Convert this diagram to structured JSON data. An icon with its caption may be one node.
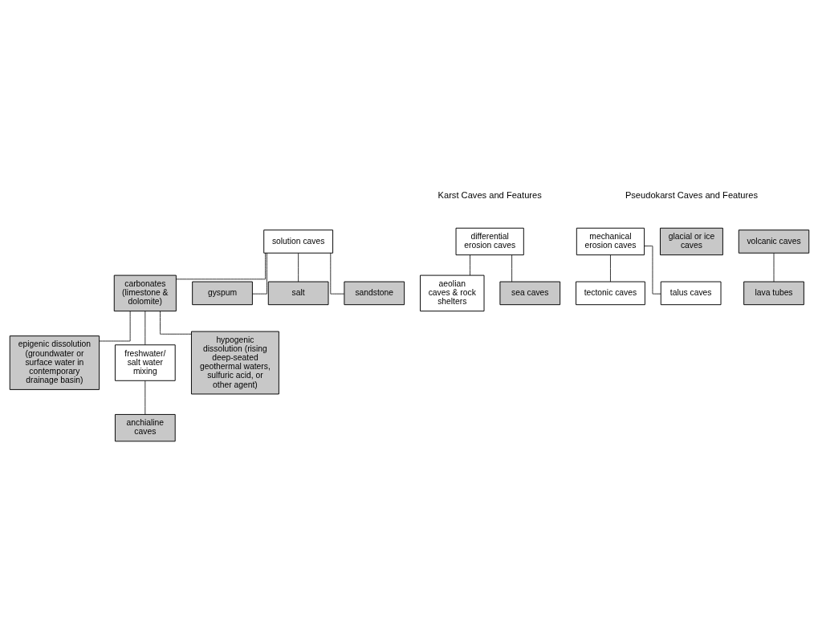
{
  "diagram": {
    "nodes": [
      {
        "text": [
          "solution caves"
        ]
      },
      {
        "text": [
          "differential erosion caves"
        ]
      },
      {
        "text": [
          "mechanical erosion caves"
        ]
      },
      {
        "text": [
          "glacial or ice caves"
        ]
      },
      {
        "text": [
          "volcanic caves"
        ]
      },
      {
        "text": [
          "aeolian caves & rock shelters"
        ]
      },
      {
        "text": [
          "sea caves"
        ]
      },
      {
        "text": [
          "tectonic caves"
        ]
      },
      {
        "text": [
          "talus caves"
        ]
      },
      {
        "text": [
          "lava tubes"
        ]
      },
      {
        "text": [
          "carbonates (limestone & dolomite)"
        ]
      },
      {
        "text": [
          "gyspum"
        ]
      },
      {
        "text": [
          "salt"
        ]
      },
      {
        "text": [
          "sandstone"
        ]
      },
      {
        "text": [
          "epigenic dissolution (groundwater or surface water in contemporary drainage basin)"
        ]
      },
      {
        "text": [
          "freshwater/ salt water mixing"
        ]
      },
      {
        "text": [
          "hypogenic dissolution (rising deep-seated geothermal waters, sulfuric acid, or other agent)"
        ]
      },
      {
        "text": [
          "anchialine caves"
        ]
      }
    ],
    "edges": [
      {
        "from": 1,
        "to": 5,
        "arrow": "none"
      },
      {
        "from": 1,
        "to": 6,
        "arrow": "none"
      },
      {
        "from": 2,
        "to": 7,
        "arrow": "none"
      },
      {
        "from": 2,
        "to": 8,
        "arrow": "none"
      },
      {
        "from": 4,
        "to": 9,
        "arrow": "none"
      },
      {
        "from": 0,
        "to": 10,
        "arrow": "none"
      },
      {
        "from": 0,
        "to": 11,
        "arrow": "none"
      },
      {
        "from": 0,
        "to": 12,
        "arrow": "none"
      },
      {
        "from": 0,
        "to": 13,
        "arrow": "none"
      },
      {
        "from": 10,
        "to": 14,
        "arrow": "none"
      },
      {
        "from": 10,
        "to": 15,
        "arrow": "none"
      },
      {
        "from": 10,
        "to": 16,
        "arrow": "none"
      },
      {
        "from": 15,
        "to": 17,
        "arrow": "none"
      }
    ],
    "labels": [
      "Karst Caves and Features",
      "Pseudokarst Caves and Features"
    ]
  }
}
